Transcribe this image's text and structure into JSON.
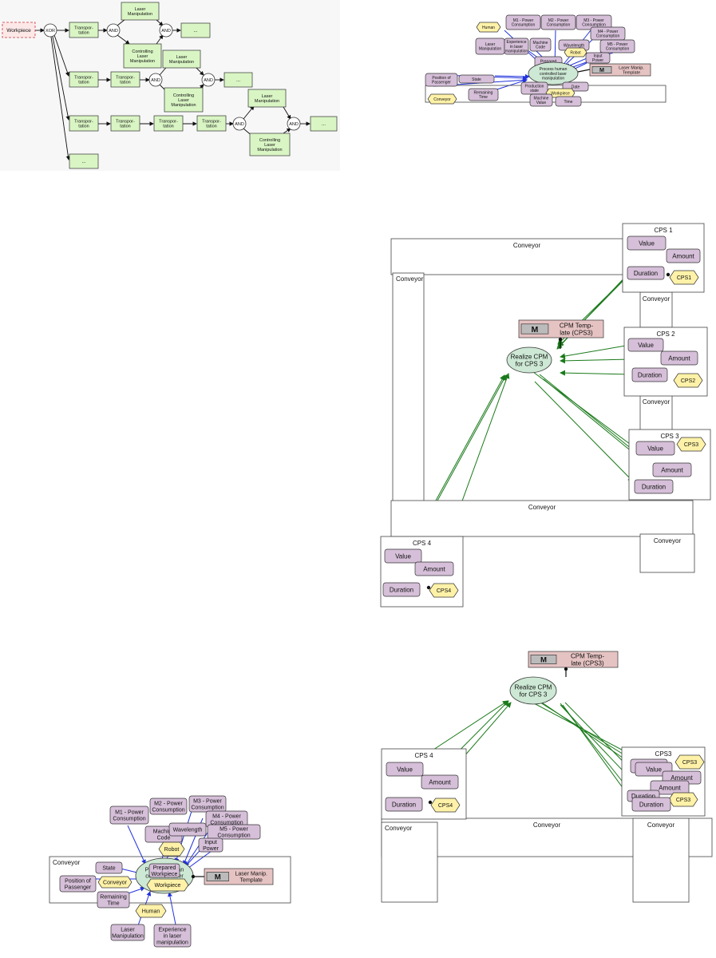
{
  "panel1": {
    "workpiece": "Workpiece",
    "xor": "XOR",
    "and": "AND",
    "transport": "Transpor-\ntation",
    "laser": "Laser\nManipulation",
    "controlling": "Controlling\nLaser\nManipulation",
    "ellipsis": "..."
  },
  "model": {
    "human": "Human",
    "m1": "M1 - Power\nConsumption",
    "m2": "M2 - Power\nConsumption",
    "m3": "M3 - Power\nConsumption",
    "m4": "M4 - Power\nConsumption",
    "m5": "M5 - Power\nConsumption",
    "machine_code": "Machine\nCode",
    "wavelength": "Wavelength",
    "robot": "Robot",
    "input_power": "Input\nPower",
    "laser_manip": "Laser\nManipulation",
    "experience": "Experience\nin laser\nmanipulation",
    "prepared": "Prepared\nWorkpiece",
    "process": "Process human\ncontrolled laser\nmanipulation",
    "template": "Laser Manip.\nTemplate",
    "state": "State",
    "position": "Position of\nPassenger",
    "conveyor": "Conveyor",
    "remaining": "Remaining\nTime",
    "production_state": "Production\nstate",
    "date": "Date",
    "workpiece": "Workpiece",
    "machine_value": "Machine\nValue",
    "time": "Time"
  },
  "cps": {
    "conveyor": "Conveyor",
    "cps1_title": "CPS 1",
    "cps2_title": "CPS 2",
    "cps3_title": "CPS 3",
    "cps4_title": "CPS 4",
    "cps3_title_b": "CPS3",
    "value": "Value",
    "amount": "Amount",
    "duration": "Duration",
    "cps1": "CPS1",
    "cps2": "CPS2",
    "cps3": "CPS3",
    "cps4": "CPS4",
    "template": "CPM Temp-\nlate (CPS3)",
    "realize": "Realize CPM\nfor CPS 3"
  }
}
